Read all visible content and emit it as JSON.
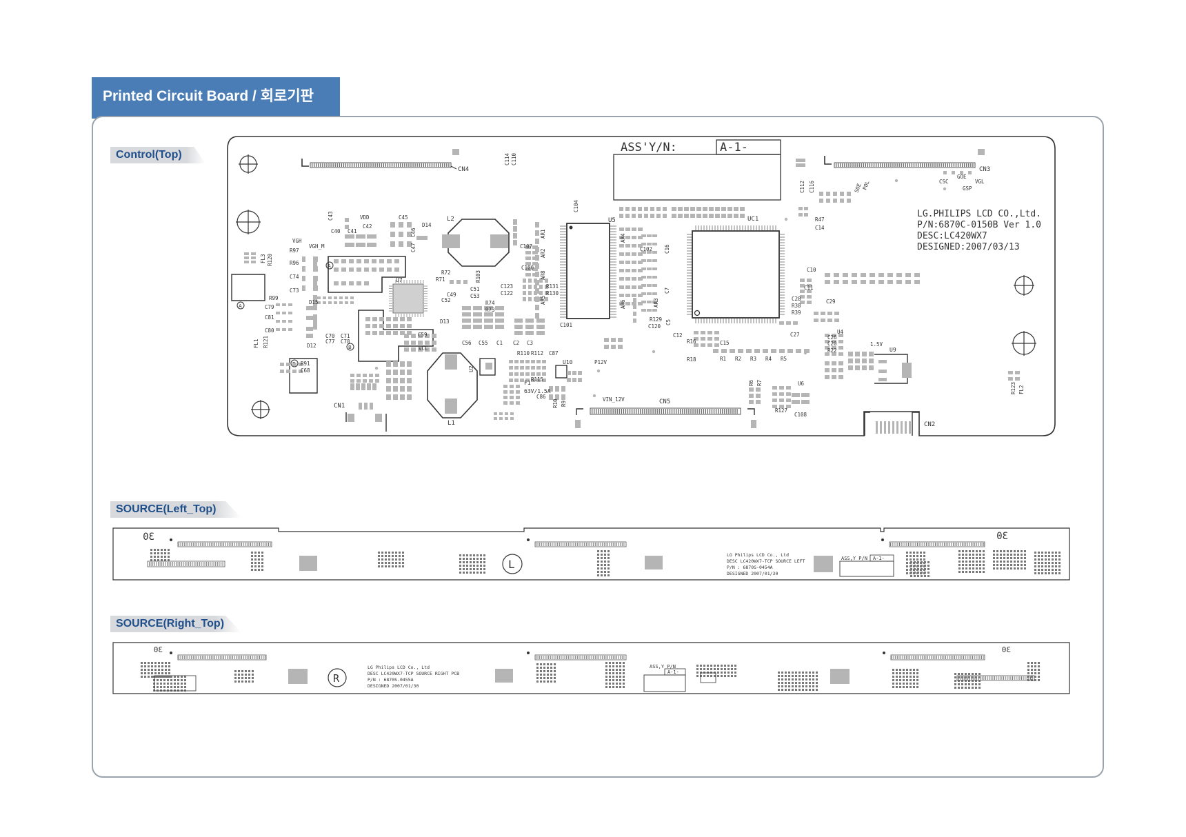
{
  "header": {
    "title": "Printed Circuit Board /  회로기판"
  },
  "sections": {
    "control_top": {
      "label": "Control(Top)"
    },
    "source_left": {
      "label": "SOURCE(Left_Top)"
    },
    "source_right": {
      "label": "SOURCE(Right_Top)"
    }
  },
  "control_board": {
    "assy_label": "ASS'Y/N:",
    "assy_value": "A-1-",
    "info_lines": [
      "LG.PHILIPS LCD CO.,Ltd.",
      "P/N:6870C-0150B Ver 1.0",
      "DESC:LC420WX7",
      "DESIGNED:2007/03/13"
    ],
    "labels": {
      "cn1": "CN1",
      "cn2": "CN2",
      "cn3": "CN3",
      "cn4": "CN4",
      "cn5": "CN5",
      "uc1": "UC1",
      "u5": "U5",
      "u7": "U7",
      "u9": "U9",
      "u10": "U10",
      "u2": "U2",
      "u4": "U4",
      "u6": "U6",
      "l1": "L1",
      "l2": "L2",
      "f1": "F1",
      "f1_rating": "63V/1.5A",
      "vin": "VIN_12V",
      "p12v": "P12V",
      "vcc": "VCC",
      "v15": "1.5V",
      "vdd": "VDD",
      "vgh": "VGH",
      "vgh_m": "VGH_M",
      "gsp": "GSP",
      "goe": "GOE",
      "vgl": "VGL",
      "csc": "CSC",
      "soe": "SOE",
      "pol": "POL",
      "d12": "D12",
      "d13": "D13",
      "d14": "D14",
      "d15": "D15",
      "c101": "C101",
      "c104": "C104",
      "c100": "C100",
      "c102": "C102",
      "c107": "C107",
      "c120": "C120",
      "c110": "C110",
      "c114": "C114",
      "c112": "C112",
      "c116": "C116",
      "r97": "R97",
      "r96": "R96",
      "r99": "R99",
      "r47": "R47",
      "c14": "C14",
      "c74": "C74",
      "c73": "C73",
      "c79": "C79",
      "c81": "C81",
      "c80": "C80",
      "c43": "C43",
      "c40": "C40",
      "c41": "C41",
      "c42": "C42",
      "c45": "C45",
      "c46": "C46",
      "c47": "C47",
      "r72": "R72",
      "r71": "R71",
      "r103": "R103",
      "c52": "C52",
      "c49": "C49",
      "c51": "C51",
      "c53": "C53",
      "r74": "R74",
      "r73": "R73",
      "c56": "C56",
      "c55": "C55",
      "c1": "C1",
      "c2": "C2",
      "c3": "C3",
      "r131": "R131",
      "r130": "R130",
      "c123": "C123",
      "c122": "C122",
      "r1": "R1",
      "r2": "R2",
      "r3": "R3",
      "r4": "R4",
      "r5": "R5",
      "r6": "R6",
      "r7": "R7",
      "r127": "R127",
      "c108": "C108",
      "c87": "C87",
      "c86": "C86",
      "r9": "R9",
      "r10": "R10",
      "r115": "R115",
      "r110": "R110",
      "r112": "R112",
      "c12": "C12",
      "c15": "C15",
      "r16": "R16",
      "r18": "R18",
      "r129": "R129",
      "c10": "C10",
      "c11": "C11",
      "c28": "C28",
      "c29": "C29",
      "r38": "R38",
      "r39": "R39",
      "c26": "C26",
      "c20": "C20",
      "r22": "R22",
      "c27": "C27",
      "fl3": "FL3",
      "fl1": "FL1",
      "fl2": "FL2",
      "r120": "R120",
      "r121": "R121",
      "r123": "R123",
      "c59": "C59",
      "c70": "C70",
      "c71": "C71",
      "c77": "C77",
      "c78": "C78",
      "r91": "R91",
      "c68": "C68",
      "ar1": "AR1",
      "ar2": "AR2",
      "ar8": "AR8",
      "ar5": "AR5",
      "ar4": "AR4",
      "ar6": "AR6",
      "ar3": "AR3",
      "c16": "C16",
      "c7": "C7",
      "c5": "C5",
      "circ_a": "A",
      "circ_b": "B"
    }
  },
  "source_left_board": {
    "info_lines": [
      "LG Philips LCD Co., Ltd",
      "DESC LC420WX7-TCP SOURCE LEFT",
      "P/N : 6870S-0454A",
      "DESIGNED 2007/01/30"
    ],
    "assy_label": "ASS,Y P/N",
    "assy_value": "A-1-",
    "mark_l": "L",
    "mark_30_left": "30",
    "mark_30_right": "30"
  },
  "source_right_board": {
    "info_lines": [
      "LG Philips LCD Co., Ltd",
      "DESC LC420WX7-TCP SOURCE RIGHT PCB",
      "P/N : 6870S-0455A",
      "DESIGNED 2007/01/30"
    ],
    "assy_label": "ASS,Y P/N",
    "assy_value": "A-1-",
    "mark_r": "R",
    "mark_30_left": "30",
    "mark_30_right": "30"
  },
  "colors": {
    "tab": "#4a7db5",
    "section_text": "#1f4f8a",
    "section_bg": "#d7d9dc",
    "pad": "#b5b5b5",
    "outline": "#333333"
  }
}
